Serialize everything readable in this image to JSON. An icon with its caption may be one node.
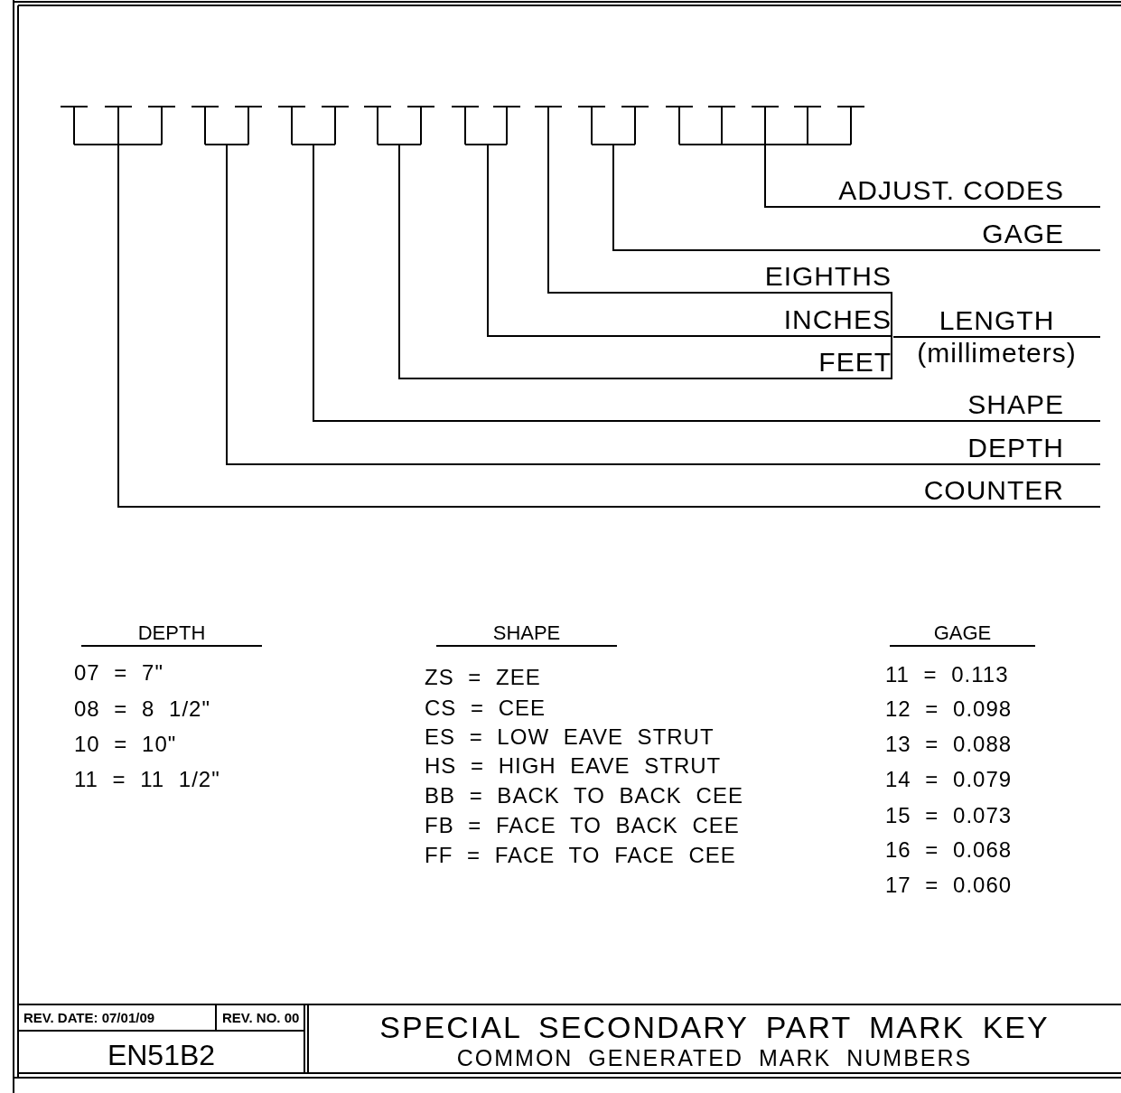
{
  "diagram": {
    "title": "SPECIAL SECONDARY PART MARK KEY",
    "caption": "COMMON GENERATED MARK NUMBERS",
    "nodes": [
      {
        "text": [],
        "shape": "bracket"
      },
      {
        "text": [],
        "shape": "bracket"
      },
      {
        "text": [],
        "shape": "bracket"
      },
      {
        "text": [],
        "shape": "bracket"
      },
      {
        "text": [],
        "shape": "bracket"
      },
      {
        "text": [],
        "shape": "bracket"
      },
      {
        "text": [],
        "shape": "bracket"
      },
      {
        "text": [],
        "shape": "bracket"
      },
      {
        "text": [
          "ADJUST. CODES"
        ]
      },
      {
        "text": [
          "GAGE"
        ]
      },
      {
        "text": [
          "EIGHTHS"
        ]
      },
      {
        "text": [
          "INCHES"
        ]
      },
      {
        "text": [
          "FEET"
        ]
      },
      {
        "text": [
          "SHAPE"
        ]
      },
      {
        "text": [
          "DEPTH"
        ]
      },
      {
        "text": [
          "COUNTER"
        ]
      }
    ],
    "edges": [
      {
        "from": 8,
        "to": 7,
        "arrow": "none"
      },
      {
        "from": 9,
        "to": 6,
        "arrow": "none"
      },
      {
        "from": 10,
        "to": 5,
        "arrow": "none"
      },
      {
        "from": 11,
        "to": 4,
        "arrow": "none"
      },
      {
        "from": 12,
        "to": 3,
        "arrow": "none"
      },
      {
        "from": 13,
        "to": 2,
        "arrow": "none"
      },
      {
        "from": 14,
        "to": 1,
        "arrow": "none"
      },
      {
        "from": 15,
        "to": 0,
        "arrow": "none"
      }
    ],
    "labels": [
      "LENGTH",
      "(millimeters)",
      "DEPTH",
      "07 = 7\"",
      "08 = 8 1/2\"",
      "10 = 10\"",
      "11 = 11 1/2\"",
      "SHAPE",
      "ZS = ZEE",
      "CS = CEE",
      "ES = LOW EAVE STRUT",
      "HS = HIGH EAVE STRUT",
      "BB = BACK TO BACK CEE",
      "FB = FACE TO BACK CEE",
      "FF = FACE TO FACE CEE",
      "GAGE",
      "11 = 0.113",
      "12 = 0.098",
      "13 = 0.088",
      "14 = 0.079",
      "15 = 0.073",
      "16 = 0.068",
      "17 = 0.060",
      "REV. DATE: 07/01/09",
      "REV. NO. 00",
      "EN51B2"
    ]
  }
}
